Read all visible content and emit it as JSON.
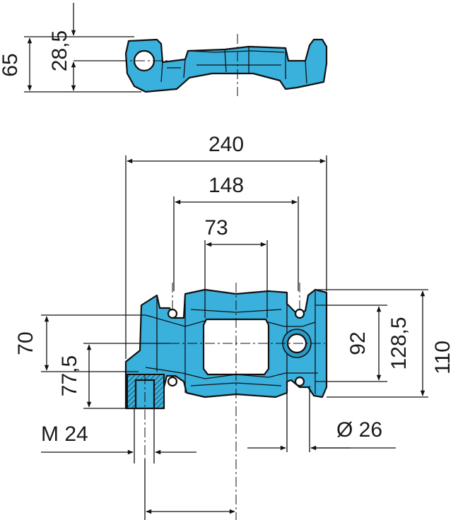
{
  "dimensions": {
    "side_view_height": "65",
    "side_view_offset": "28,5",
    "overall_width": "240",
    "hole_spacing_outer": "148",
    "window_width": "73",
    "left_height": "70",
    "left_offset": "77,5",
    "right_window_height": "92",
    "right_offset": "128,5",
    "right_total_height": "110",
    "thread": "M 24",
    "hole_diameter": "Ø 26"
  },
  "colors": {
    "part_fill": "#3ab0dc",
    "outline": "#111111"
  }
}
